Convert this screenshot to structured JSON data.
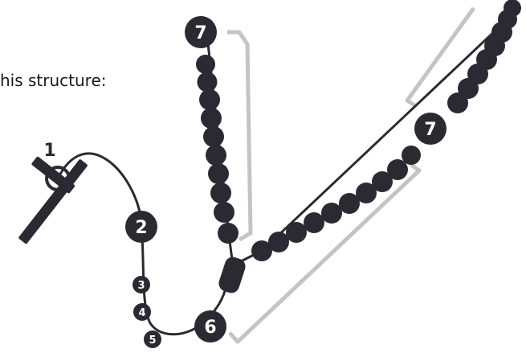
{
  "caption": "his structure:",
  "labels": {
    "crucifix": "1",
    "bead_2": "2",
    "bead_3": "3",
    "bead_4": "4",
    "bead_5": "5",
    "bead_6": "6",
    "decade_left": "7",
    "decade_right": "7"
  },
  "colors": {
    "bead": "#2b2a33",
    "bead_text": "#ffffff",
    "cord": "#2b2a33",
    "bracket": "#c4c4c4",
    "caption_text": "#1a1a1a"
  }
}
